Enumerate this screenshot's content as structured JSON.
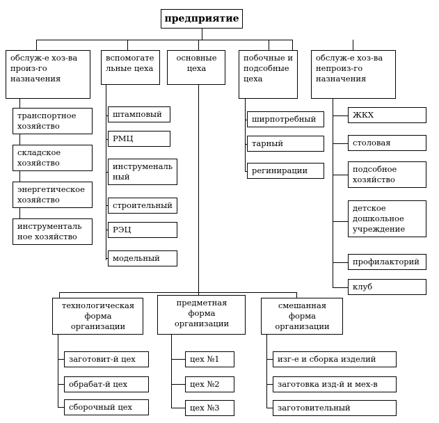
{
  "diagram": {
    "title": "предприятие",
    "root": {
      "label": "предприятие"
    },
    "level1": [
      {
        "label": "обслуж-е хоз-ва\nпроиз-го\nназначения"
      },
      {
        "label": "вспомогате\nльные цеха"
      },
      {
        "label": "основные\nцеха"
      },
      {
        "label": "побочные и\nподсобные\nцеха"
      },
      {
        "label": "обслуж-е хоз-ва\nнепроиз-го\nназначения"
      }
    ],
    "col1_children": [
      {
        "label": "транспортное\nхозяйство"
      },
      {
        "label": "складское\nхозяйство"
      },
      {
        "label": "энергетическое\nхозяйство"
      },
      {
        "label": "инструменталь\nное хозяйство"
      }
    ],
    "col2_children": [
      {
        "label": "штамповый"
      },
      {
        "label": "РМЦ"
      },
      {
        "label": "инструменаль\nный"
      },
      {
        "label": "строительный"
      },
      {
        "label": "РЭЦ"
      },
      {
        "label": "модельный"
      }
    ],
    "col4_children": [
      {
        "label": "ширпотребный"
      },
      {
        "label": "тарный"
      },
      {
        "label": "регинирации"
      }
    ],
    "col5_children": [
      {
        "label": "ЖКХ"
      },
      {
        "label": "столовая"
      },
      {
        "label": "подсобное\nхозяйство"
      },
      {
        "label": "детское\nдошкольное\nучреждение"
      },
      {
        "label": "профилакторий"
      },
      {
        "label": "клуб"
      }
    ],
    "forms": [
      {
        "label": "технологическая\nформа\nорганизации"
      },
      {
        "label": "предметная\nформа\nорганизации"
      },
      {
        "label": "смешанная\nформа\nорганизации"
      }
    ],
    "form1_children": [
      {
        "label": "заготовит-й цех"
      },
      {
        "label": "обрабат-й цех"
      },
      {
        "label": "сборочный цех"
      }
    ],
    "form2_children": [
      {
        "label": "цех №1"
      },
      {
        "label": "цех №2"
      },
      {
        "label": "цех №3"
      }
    ],
    "form3_children": [
      {
        "label": "изг-е и сборка изделий"
      },
      {
        "label": "заготовка изд-й и мех-в"
      },
      {
        "label": "заготовительный"
      }
    ],
    "colors": {
      "line": "#000000",
      "box_border": "#000000",
      "background": "#ffffff",
      "text": "#000000"
    }
  }
}
